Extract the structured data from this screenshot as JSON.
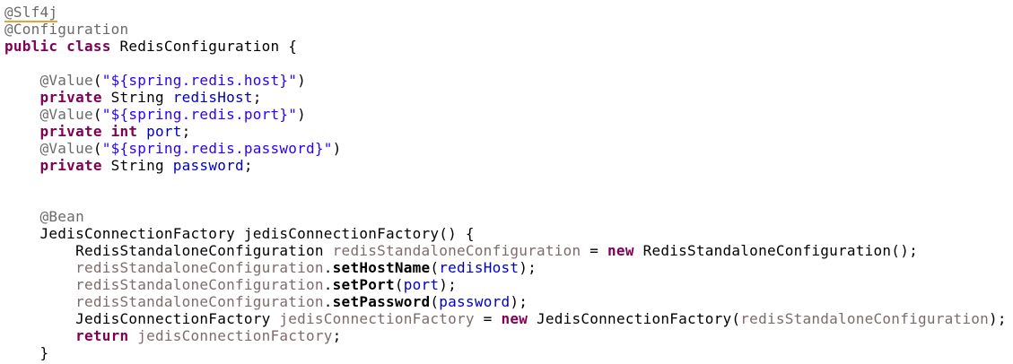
{
  "editor": {
    "language": "java",
    "background": "#ffffff",
    "palette": {
      "plain": "#000000",
      "keyword": "#7f0055",
      "annotation": "#6a6a6a",
      "string": "#2a00ff",
      "field": "#0000c0",
      "local_variable": "#7d6c6c",
      "method_call": "#000000",
      "warning_underline": "#e3a43b"
    },
    "code": {
      "lines": [
        {
          "tokens": [
            {
              "text": "@Slf4j",
              "style": "annotation-warn"
            }
          ]
        },
        {
          "tokens": [
            {
              "text": "@Configuration",
              "style": "annotation"
            }
          ]
        },
        {
          "tokens": [
            {
              "text": "public class",
              "style": "keyword"
            },
            {
              "text": " RedisConfiguration {",
              "style": "plain"
            }
          ]
        },
        {
          "tokens": []
        },
        {
          "tokens": [
            {
              "text": "    ",
              "style": "plain"
            },
            {
              "text": "@Value",
              "style": "annotation"
            },
            {
              "text": "(",
              "style": "plain"
            },
            {
              "text": "\"${spring.redis.host}\"",
              "style": "string"
            },
            {
              "text": ")",
              "style": "plain"
            }
          ]
        },
        {
          "tokens": [
            {
              "text": "    ",
              "style": "plain"
            },
            {
              "text": "private",
              "style": "keyword"
            },
            {
              "text": " String ",
              "style": "plain"
            },
            {
              "text": "redisHost",
              "style": "field"
            },
            {
              "text": ";",
              "style": "plain"
            }
          ]
        },
        {
          "tokens": [
            {
              "text": "    ",
              "style": "plain"
            },
            {
              "text": "@Value",
              "style": "annotation"
            },
            {
              "text": "(",
              "style": "plain"
            },
            {
              "text": "\"${spring.redis.port}\"",
              "style": "string"
            },
            {
              "text": ")",
              "style": "plain"
            }
          ]
        },
        {
          "tokens": [
            {
              "text": "    ",
              "style": "plain"
            },
            {
              "text": "private int",
              "style": "keyword"
            },
            {
              "text": " ",
              "style": "plain"
            },
            {
              "text": "port",
              "style": "field"
            },
            {
              "text": ";",
              "style": "plain"
            }
          ]
        },
        {
          "tokens": [
            {
              "text": "    ",
              "style": "plain"
            },
            {
              "text": "@Value",
              "style": "annotation"
            },
            {
              "text": "(",
              "style": "plain"
            },
            {
              "text": "\"${spring.redis.password}\"",
              "style": "string"
            },
            {
              "text": ")",
              "style": "plain"
            }
          ]
        },
        {
          "tokens": [
            {
              "text": "    ",
              "style": "plain"
            },
            {
              "text": "private",
              "style": "keyword"
            },
            {
              "text": " String ",
              "style": "plain"
            },
            {
              "text": "password",
              "style": "field"
            },
            {
              "text": ";",
              "style": "plain"
            }
          ]
        },
        {
          "tokens": []
        },
        {
          "tokens": []
        },
        {
          "tokens": [
            {
              "text": "    ",
              "style": "plain"
            },
            {
              "text": "@Bean",
              "style": "annotation"
            }
          ]
        },
        {
          "tokens": [
            {
              "text": "    JedisConnectionFactory jedisConnectionFactory() {",
              "style": "plain"
            }
          ]
        },
        {
          "tokens": [
            {
              "text": "        RedisStandaloneConfiguration ",
              "style": "plain"
            },
            {
              "text": "redisStandaloneConfiguration",
              "style": "local"
            },
            {
              "text": " = ",
              "style": "plain"
            },
            {
              "text": "new",
              "style": "keyword"
            },
            {
              "text": " RedisStandaloneConfiguration();",
              "style": "plain"
            }
          ]
        },
        {
          "tokens": [
            {
              "text": "        ",
              "style": "plain"
            },
            {
              "text": "redisStandaloneConfiguration",
              "style": "local"
            },
            {
              "text": ".",
              "style": "plain"
            },
            {
              "text": "setHostName",
              "style": "method"
            },
            {
              "text": "(",
              "style": "plain"
            },
            {
              "text": "redisHost",
              "style": "field"
            },
            {
              "text": ");",
              "style": "plain"
            }
          ]
        },
        {
          "tokens": [
            {
              "text": "        ",
              "style": "plain"
            },
            {
              "text": "redisStandaloneConfiguration",
              "style": "local"
            },
            {
              "text": ".",
              "style": "plain"
            },
            {
              "text": "setPort",
              "style": "method"
            },
            {
              "text": "(",
              "style": "plain"
            },
            {
              "text": "port",
              "style": "field"
            },
            {
              "text": ");",
              "style": "plain"
            }
          ]
        },
        {
          "tokens": [
            {
              "text": "        ",
              "style": "plain"
            },
            {
              "text": "redisStandaloneConfiguration",
              "style": "local"
            },
            {
              "text": ".",
              "style": "plain"
            },
            {
              "text": "setPassword",
              "style": "method"
            },
            {
              "text": "(",
              "style": "plain"
            },
            {
              "text": "password",
              "style": "field"
            },
            {
              "text": ");",
              "style": "plain"
            }
          ]
        },
        {
          "tokens": [
            {
              "text": "        JedisConnectionFactory ",
              "style": "plain"
            },
            {
              "text": "jedisConnectionFactory",
              "style": "local"
            },
            {
              "text": " = ",
              "style": "plain"
            },
            {
              "text": "new",
              "style": "keyword"
            },
            {
              "text": " JedisConnectionFactory(",
              "style": "plain"
            },
            {
              "text": "redisStandaloneConfiguration",
              "style": "local"
            },
            {
              "text": ");",
              "style": "plain"
            }
          ]
        },
        {
          "tokens": [
            {
              "text": "        ",
              "style": "plain"
            },
            {
              "text": "return",
              "style": "keyword"
            },
            {
              "text": " ",
              "style": "plain"
            },
            {
              "text": "jedisConnectionFactory",
              "style": "local"
            },
            {
              "text": ";",
              "style": "plain"
            }
          ]
        },
        {
          "tokens": [
            {
              "text": "    }",
              "style": "plain"
            }
          ]
        }
      ]
    }
  }
}
